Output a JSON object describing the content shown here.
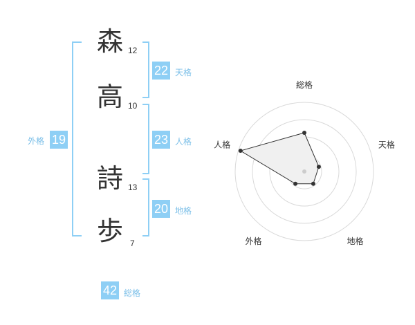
{
  "name": {
    "characters": [
      {
        "char": "森",
        "strokes": "12"
      },
      {
        "char": "高",
        "strokes": "10"
      },
      {
        "char": "詩",
        "strokes": "13"
      },
      {
        "char": "歩",
        "strokes": "7"
      }
    ]
  },
  "fortune": {
    "tenkaku": {
      "value": "22",
      "label": "天格"
    },
    "jinkaku": {
      "value": "23",
      "label": "人格"
    },
    "chikaku": {
      "value": "20",
      "label": "地格"
    },
    "gaikaku": {
      "value": "19",
      "label": "外格"
    },
    "soukaku": {
      "value": "42",
      "label": "総格"
    }
  },
  "colors": {
    "accent": "#8ecff5",
    "label_text": "#7bbfe8",
    "radar_fill": "#f0f0f0",
    "radar_line": "#333333",
    "grid": "#d9d9d9"
  },
  "chart_data": {
    "type": "radar",
    "axes": [
      "総格",
      "天格",
      "地格",
      "外格",
      "人格"
    ],
    "values": [
      0.56,
      0.22,
      0.22,
      0.22,
      0.97
    ],
    "rings": 4
  }
}
